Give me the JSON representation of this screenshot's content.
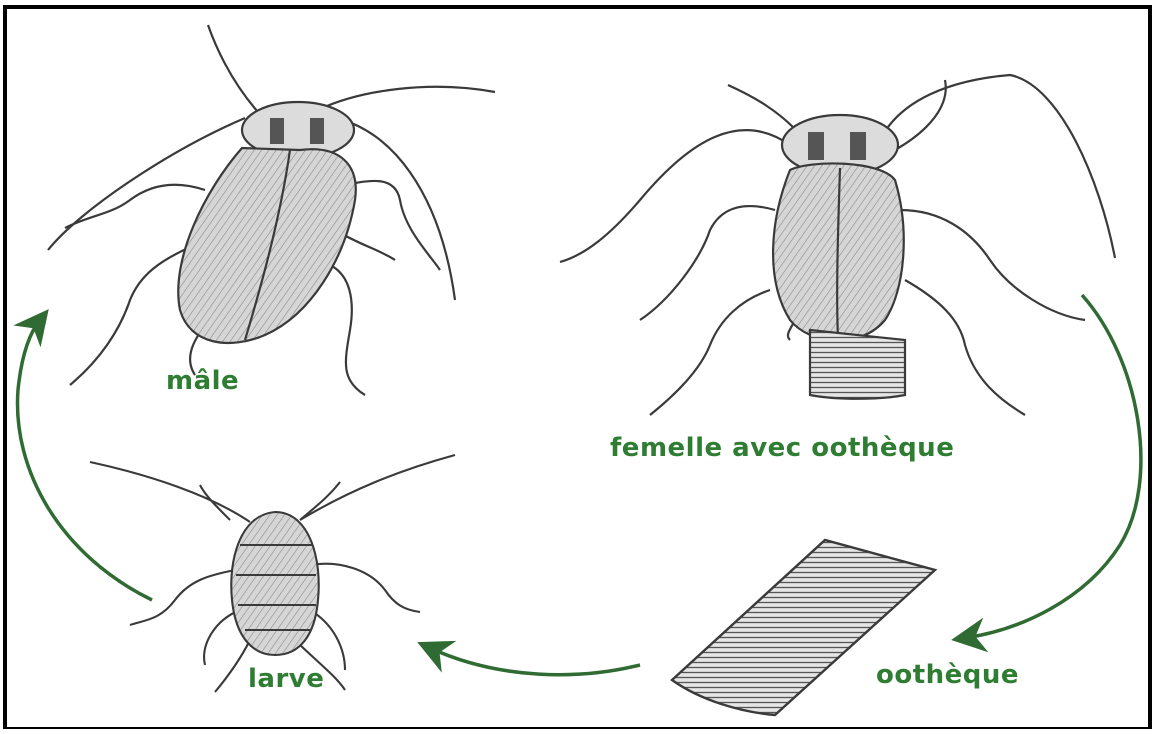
{
  "labels": {
    "male": "mâle",
    "female": "femelle avec oothèque",
    "ootheca": "oothèque",
    "larva": "larve"
  },
  "colors": {
    "label_green": "#2e7d32",
    "arrow_green": "#2f6b32",
    "frame": "#000000",
    "body_fill": "#d2d2d2",
    "line": "#3a3a3a"
  },
  "icons": {
    "male": "cockroach-male-illustration",
    "female": "cockroach-female-with-ootheca-illustration",
    "ootheca": "ootheca-egg-case-illustration",
    "larva": "cockroach-nymph-illustration",
    "arrows": "cycle-arrow"
  }
}
